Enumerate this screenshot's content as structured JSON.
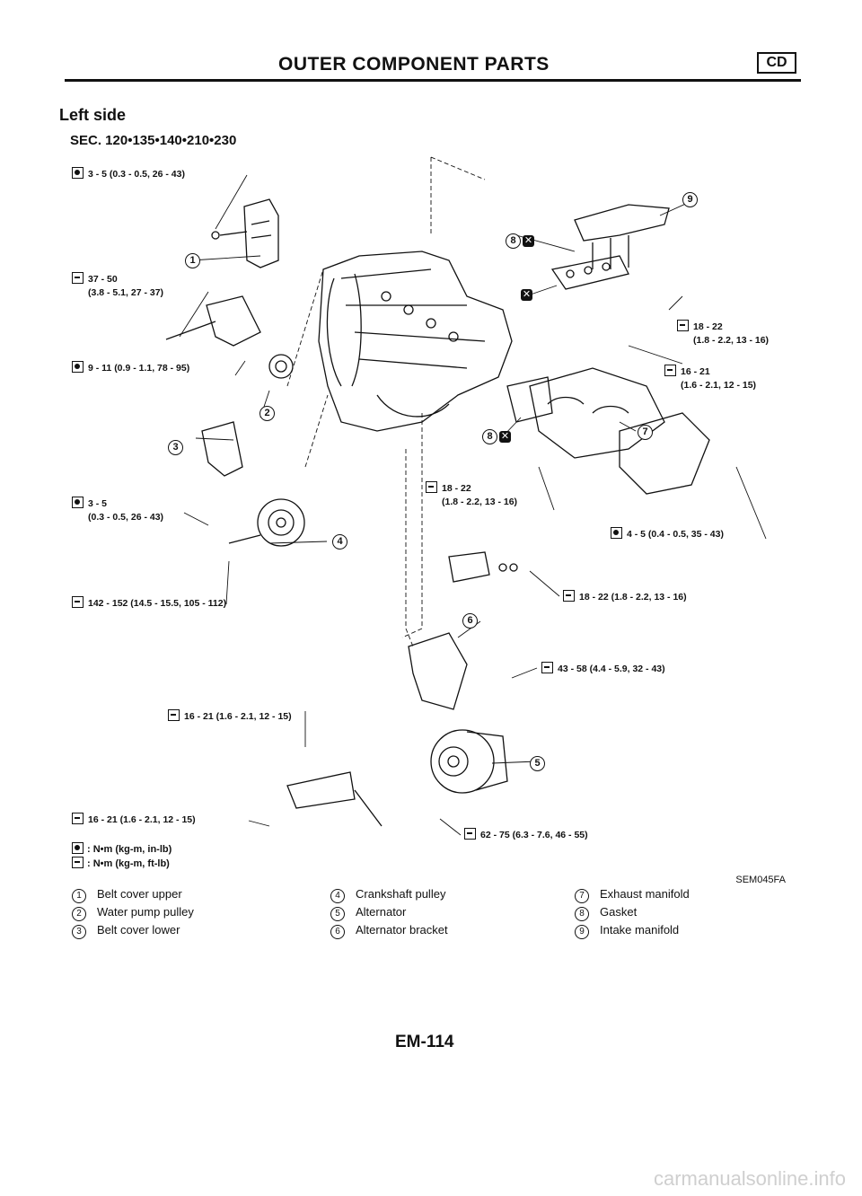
{
  "header": {
    "title": "OUTER COMPONENT PARTS",
    "badge": "CD"
  },
  "section": {
    "title": "Left side",
    "sec_ref": "SEC. 120•135•140•210•230"
  },
  "torques": [
    {
      "id": "t1",
      "icon": "nm",
      "lines": [
        "3 - 5 (0.3 - 0.5, 26 - 43)"
      ]
    },
    {
      "id": "t2",
      "icon": "ft",
      "lines": [
        "37 - 50",
        "(3.8 - 5.1, 27 - 37)"
      ]
    },
    {
      "id": "t3",
      "icon": "nm",
      "lines": [
        "9 - 11 (0.9 - 1.1, 78 - 95)"
      ]
    },
    {
      "id": "t4",
      "icon": "nm",
      "lines": [
        "3 - 5",
        "(0.3 - 0.5, 26 - 43)"
      ]
    },
    {
      "id": "t5",
      "icon": "ft",
      "lines": [
        "142 - 152 (14.5 - 15.5, 105 - 112)"
      ]
    },
    {
      "id": "t6",
      "icon": "ft",
      "lines": [
        "16 - 21 (1.6 - 2.1, 12 - 15)"
      ]
    },
    {
      "id": "t7",
      "icon": "ft",
      "lines": [
        "16 - 21 (1.6 - 2.1, 12 - 15)"
      ]
    },
    {
      "id": "t8",
      "icon": "ft",
      "lines": [
        "18 - 22",
        "(1.8 - 2.2, 13 - 16)"
      ]
    },
    {
      "id": "t9",
      "icon": "ft",
      "lines": [
        "16 - 21",
        "(1.6 - 2.1, 12 - 15)"
      ]
    },
    {
      "id": "t10",
      "icon": "ft",
      "lines": [
        "18 - 22",
        "(1.8 - 2.2, 13 - 16)"
      ]
    },
    {
      "id": "t11",
      "icon": "nm",
      "lines": [
        "4 - 5 (0.4 - 0.5, 35 - 43)"
      ]
    },
    {
      "id": "t12",
      "icon": "ft",
      "lines": [
        "18 - 22 (1.8 - 2.2, 13 - 16)"
      ]
    },
    {
      "id": "t13",
      "icon": "ft",
      "lines": [
        "43 - 58 (4.4 - 5.9, 32 - 43)"
      ]
    },
    {
      "id": "t14",
      "icon": "ft",
      "lines": [
        "62 - 75 (6.3 - 7.6, 46 - 55)"
      ]
    }
  ],
  "part_numbers": [
    "1",
    "2",
    "3",
    "4",
    "5",
    "6",
    "7",
    "8",
    "8",
    "9"
  ],
  "legend": [
    {
      "icon": "nm",
      "text": ": N•m (kg-m, in-lb)"
    },
    {
      "icon": "ft",
      "text": ": N•m (kg-m, ft-lb)"
    }
  ],
  "figure_code": "SEM045FA",
  "key": [
    {
      "num": "1",
      "label": "Belt cover upper"
    },
    {
      "num": "2",
      "label": "Water pump pulley"
    },
    {
      "num": "3",
      "label": "Belt cover lower"
    },
    {
      "num": "4",
      "label": "Crankshaft pulley"
    },
    {
      "num": "5",
      "label": "Alternator"
    },
    {
      "num": "6",
      "label": "Alternator bracket"
    },
    {
      "num": "7",
      "label": "Exhaust manifold"
    },
    {
      "num": "8",
      "label": "Gasket"
    },
    {
      "num": "9",
      "label": "Intake manifold"
    }
  ],
  "page_number": "EM-114",
  "watermark": "carmanualsonline.info"
}
